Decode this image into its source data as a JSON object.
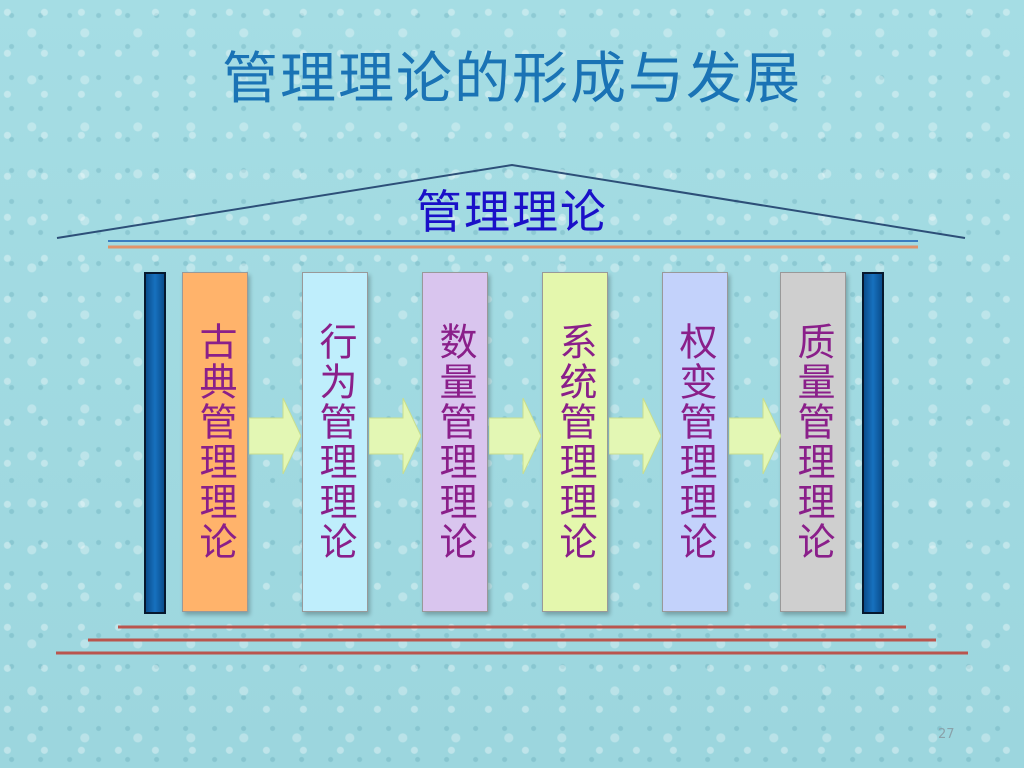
{
  "title": "管理理论的形成与发展",
  "roof_label": "管理理论",
  "pillars": [
    {
      "label": "古典管理理论"
    },
    {
      "label": "行为管理理论"
    },
    {
      "label": "数量管理理论"
    },
    {
      "label": "系统管理理论"
    },
    {
      "label": "权变管理理论"
    },
    {
      "label": "质量管理理论"
    }
  ],
  "page_number": "27",
  "colors": {
    "title": "#1a73b5",
    "roof_label": "#1a10c8",
    "pillar_text": "#8a1f8a",
    "pillar_fills": [
      "#ffb36b",
      "#bfeefc",
      "#d9c5ee",
      "#e4f7ad",
      "#c3d2fb",
      "#cfcfcf"
    ],
    "arrow_fill": "#e3f7b4",
    "roof_line": "#2d4f78",
    "beam": "#e0936a",
    "base": "#b9554e"
  }
}
